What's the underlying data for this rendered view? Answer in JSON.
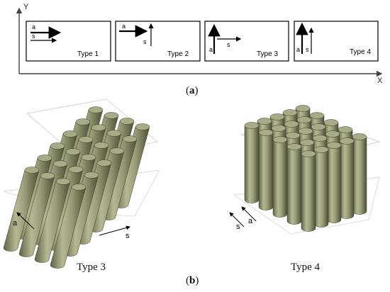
{
  "panel_a": {
    "axis_y": "Y",
    "axis_x": "X",
    "boxes": [
      {
        "type_label": "Type 1",
        "arrow_a": "a",
        "arrow_s": "s"
      },
      {
        "type_label": "Type 2",
        "arrow_a": "a",
        "arrow_s": "s"
      },
      {
        "type_label": "Type 3",
        "arrow_a": "a",
        "arrow_s": "s"
      },
      {
        "type_label": "Type 4",
        "arrow_a": "a",
        "arrow_s": "s"
      }
    ],
    "caption_open": "(",
    "caption_letter": "a",
    "caption_close": ")"
  },
  "panel_b": {
    "left_label": "Type 3",
    "right_label": "Type 4",
    "left_a": "a",
    "left_s": "s",
    "right_s": "s",
    "right_a": "a",
    "caption_open": "(",
    "caption_letter": "b",
    "caption_close": ")"
  }
}
